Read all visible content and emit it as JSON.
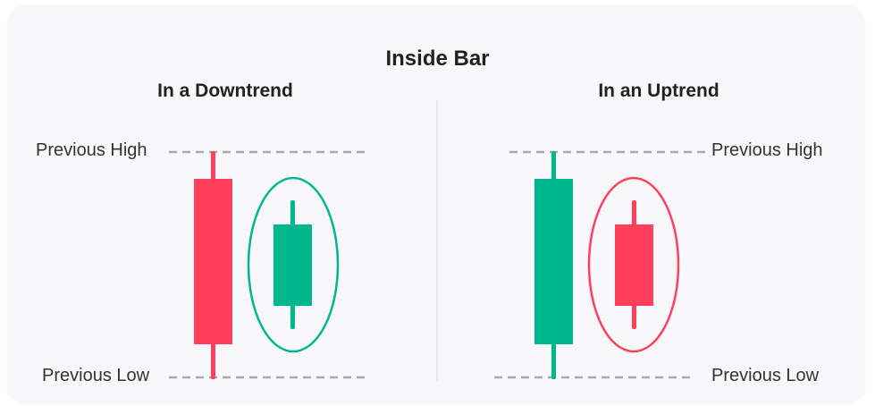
{
  "title": "Inside Bar",
  "colors": {
    "bullish": "#00b78e",
    "bearish": "#ff3f5b",
    "guide": "#a9a9ad",
    "background": "#f8f8fa",
    "divider": "#e2e2e4"
  },
  "panels": [
    {
      "subtitle": "In a Downtrend",
      "previous_high_label": "Previous High",
      "previous_low_label": "Previous Low",
      "mother_bar": {
        "color": "bearish"
      },
      "inside_bar": {
        "color": "bullish",
        "highlight_ellipse": "bullish"
      }
    },
    {
      "subtitle": "In an Uptrend",
      "previous_high_label": "Previous High",
      "previous_low_label": "Previous Low",
      "mother_bar": {
        "color": "bullish"
      },
      "inside_bar": {
        "color": "bearish",
        "highlight_ellipse": "bearish"
      }
    }
  ],
  "chart_data": {
    "type": "candlestick",
    "title": "Inside Bar",
    "series": [
      {
        "name": "In a Downtrend",
        "candles": [
          {
            "role": "mother bar",
            "direction": "bearish",
            "high": 100,
            "open": 88,
            "close": 15,
            "low": 0
          },
          {
            "role": "inside bar",
            "direction": "bullish",
            "high": 79,
            "open": 32,
            "close": 68,
            "low": 22
          }
        ]
      },
      {
        "name": "In an Uptrend",
        "candles": [
          {
            "role": "mother bar",
            "direction": "bullish",
            "high": 100,
            "open": 15,
            "close": 88,
            "low": 0
          },
          {
            "role": "inside bar",
            "direction": "bearish",
            "high": 79,
            "open": 68,
            "close": 32,
            "low": 22
          }
        ]
      }
    ],
    "annotations": [
      "Previous High",
      "Previous Low"
    ]
  }
}
